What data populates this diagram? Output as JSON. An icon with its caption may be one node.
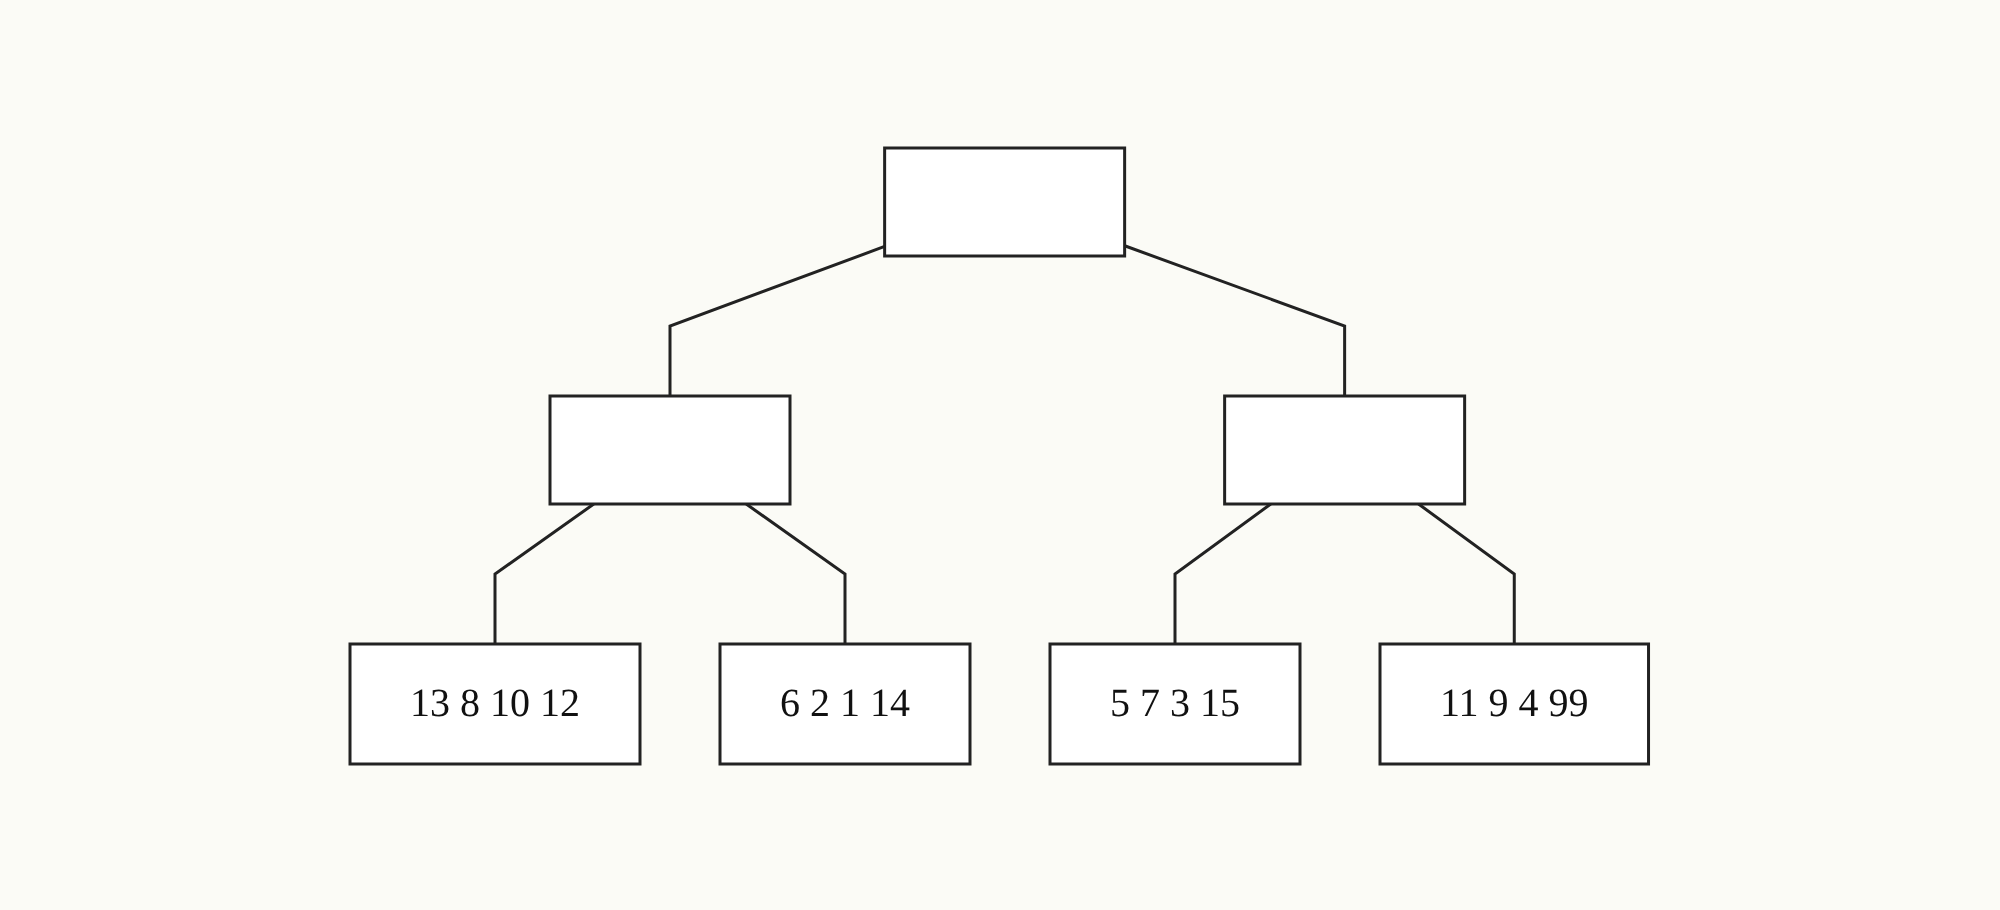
{
  "diagram": {
    "nodes": [
      {
        "text": [],
        "shape": "box"
      },
      {
        "text": [],
        "shape": "box"
      },
      {
        "text": [],
        "shape": "box"
      },
      {
        "text": [
          "13 8 10 12"
        ]
      },
      {
        "text": [
          "6 2 1 14"
        ]
      },
      {
        "text": [
          "5 7 3 15"
        ]
      },
      {
        "text": [
          "11 9 4 99"
        ]
      }
    ],
    "edges": [
      {
        "from": 0,
        "to": 1,
        "arrow": "none"
      },
      {
        "from": 0,
        "to": 2,
        "arrow": "none"
      },
      {
        "from": 1,
        "to": 3,
        "arrow": "none"
      },
      {
        "from": 1,
        "to": 4,
        "arrow": "none"
      },
      {
        "from": 2,
        "to": 5,
        "arrow": "none"
      },
      {
        "from": 2,
        "to": 6,
        "arrow": "none"
      }
    ]
  }
}
